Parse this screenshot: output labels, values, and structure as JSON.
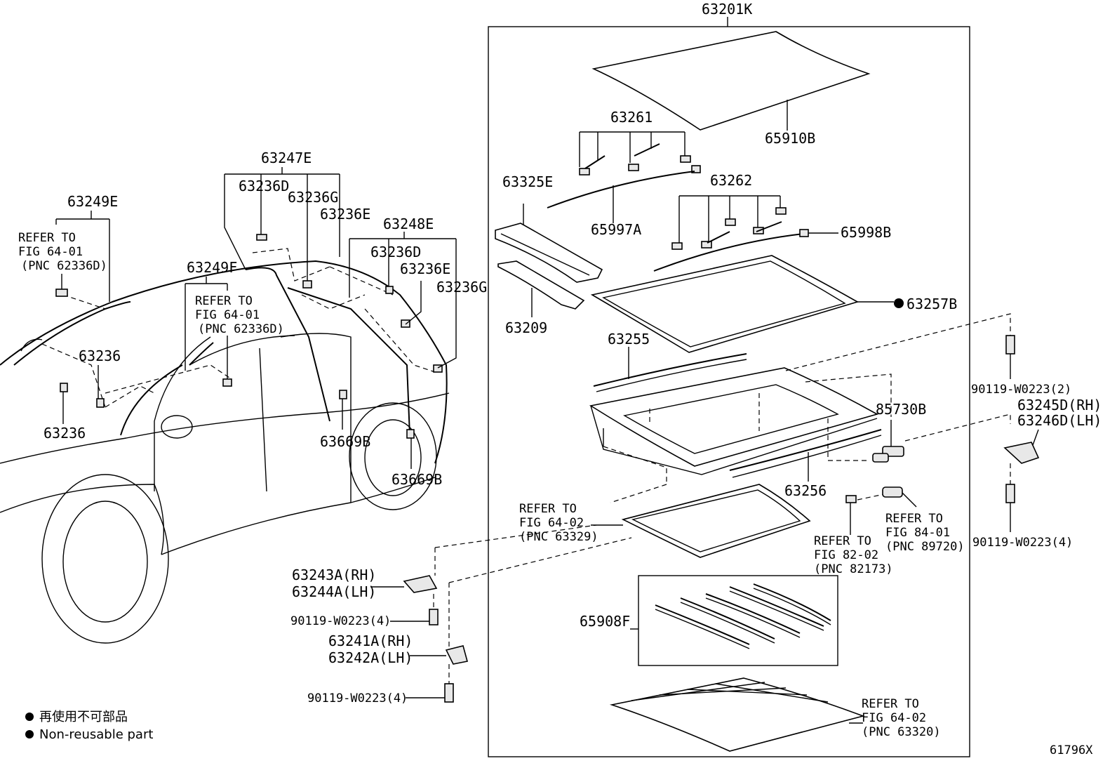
{
  "parts": {
    "p63201K": "63201K",
    "p65910B": "65910B",
    "p63261": "63261",
    "p63325E": "63325E",
    "p63262": "63262",
    "p65997A": "65997A",
    "p65998B": "65998B",
    "p63209": "63209",
    "p63257B": "63257B",
    "p63255": "63255",
    "p85730B": "85730B",
    "p63256": "63256",
    "p65908F": "65908F",
    "p63247E": "63247E",
    "p63236D_a": "63236D",
    "p63236G_a": "63236G",
    "p63236E_a": "63236E",
    "p63248E": "63248E",
    "p63236D_b": "63236D",
    "p63236E_b": "63236E",
    "p63236G_b": "63236G",
    "p63249E": "63249E",
    "p63249F": "63249F",
    "p63236_a": "63236",
    "p63236_b": "63236",
    "p63669B_a": "63669B",
    "p63669B_b": "63669B",
    "p63243A": "63243A(RH)",
    "p63244A": "63244A(LH)",
    "p90119_a": "90119-W0223(4)",
    "p63241A": "63241A(RH)",
    "p63242A": "63242A(LH)",
    "p90119_b": "90119-W0223(4)",
    "p90119_c": "90119-W0223(2)",
    "p63245D": "63245D(RH)",
    "p63246D": "63246D(LH)",
    "p90119_d": "90119-W0223(4)",
    "fig_id": "61796X"
  },
  "refs": {
    "r1": [
      "REFER TO",
      "FIG 64-01",
      "(PNC 62336D)"
    ],
    "r2": [
      "REFER TO",
      "FIG 64-01",
      "(PNC 62336D)"
    ],
    "r3": [
      "REFER TO",
      "FIG 64-02",
      "(PNC 63329)"
    ],
    "r4": [
      "REFER TO",
      "FIG 82-02",
      "(PNC 82173)"
    ],
    "r5": [
      "REFER TO",
      "FIG 84-01",
      "(PNC 89720)"
    ],
    "r6": [
      "REFER TO",
      "FIG 64-02",
      "(PNC 63320)"
    ]
  },
  "legend": {
    "jp": "再使用不可部品",
    "en": "Non-reusable part"
  }
}
